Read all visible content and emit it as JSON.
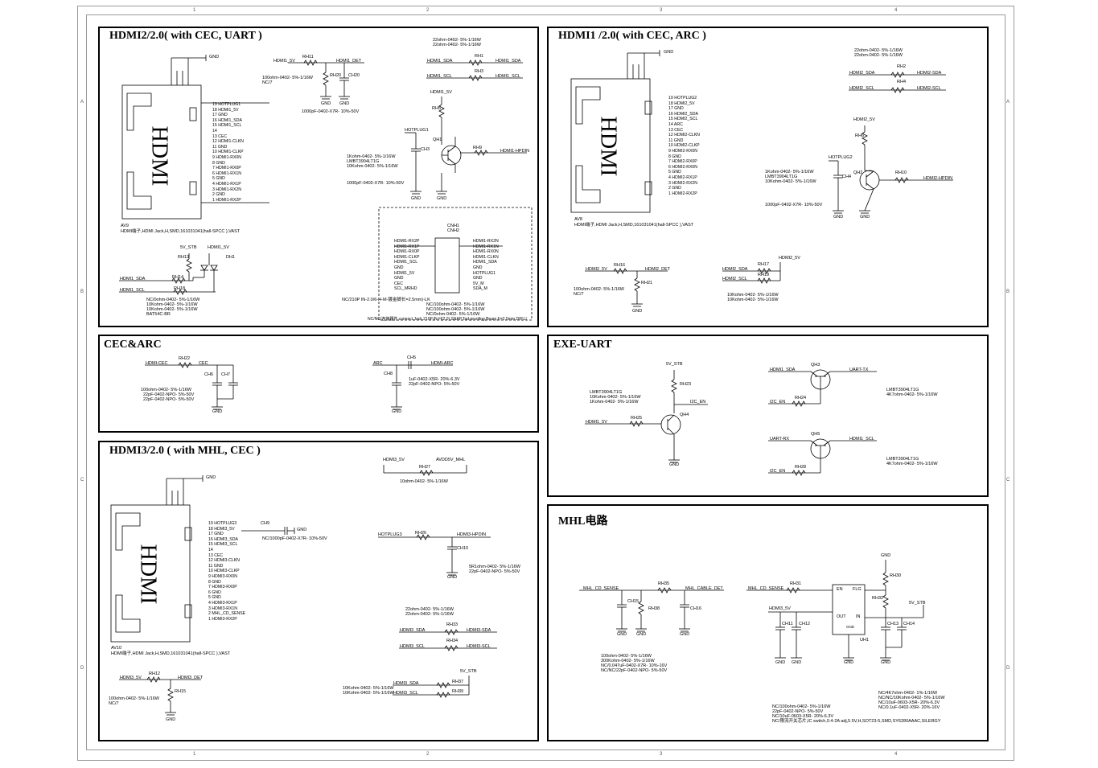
{
  "grid": {
    "columns": [
      "1",
      "2",
      "3",
      "4"
    ],
    "rows": [
      "A",
      "B",
      "C",
      "D"
    ]
  },
  "panels": {
    "hdmi2": {
      "title": "HDMI2/2.0( with CEC, UART )",
      "connector_word": "HDMI",
      "connector_ref": "AV9",
      "connector_desc": "HDMI端子,HDMI Jack,H,SMD,161031041(hall-SPCC ),VAST",
      "pins": [
        "19 HOTPLUG1",
        "18 HDMI1_5V",
        "17 GND",
        "16 HDMI1_SDA",
        "15 HDMI1_SCL",
        "14",
        "13 CEC",
        "12 HDMI1-CLKN",
        "11 GND",
        "10 HDMI1-CLKP",
        "9 HDMI1-RX0N",
        "8 GND",
        "7 HDMI1-RX0P",
        "6 HDMI1-RX1N",
        "5 GND",
        "4 HDMI1-RX1P",
        "3 HDMI1-RX2N",
        "2 GND",
        "1 HDMI1-RX2P"
      ],
      "gnd": "GND",
      "nets": {
        "hdmi1_5v": "HDMI1_5V",
        "hdmi1_det": "HDMI1_DET",
        "rh11": "RH11",
        "rh20": "RH20",
        "ch20": "CH20",
        "rh20_desc": "100ohm-0402- 5%-1/16W",
        "rh20_nc": "NC/7",
        "ch20_desc": "1000pF-0402-X7R- 10%-50V",
        "sda_res": "22ohm-0402- 5%-1/16W",
        "scl_res": "22ohm-0402- 5%-1/16W",
        "hdmi1_sda": "HDMI1_SDA",
        "hdmi1_scl": "HDMI1_SCL",
        "rh1": "RH1",
        "rh3": "RH3",
        "rh5": "RH5",
        "hotplug1": "HOTPLUG1",
        "qh1": "QH1",
        "ch3": "CH3",
        "rh9": "RH9",
        "hpdin": "HDMI1-HPDIN",
        "q_desc1": "1Kohm-0402- 5%-1/16W",
        "q_desc2": "LMBT3904LT1G",
        "q_desc3": "10Kohm-0402- 5%-1/16W",
        "q_desc4": "1000pF-0402-X7R- 10%-50V",
        "5v_stb": "5V_STB",
        "dh1": "DH1",
        "rh13": "RH13",
        "rh14": "RH14",
        "rh18": "RH18",
        "d_desc1": "NC/0ohm-0402- 5%-1/16W",
        "d_desc2": "10Kohm-0402- 5%-1/16W",
        "d_desc3": "10Kohm-0402- 5%-1/16W",
        "d_desc4": "BAT54C-BR",
        "cnh1": "CNH1",
        "cnh2": "CNH2",
        "cn_left": [
          "HDMI1-RX2P",
          "HDMI1-RX1P",
          "HDMI1-RX0P",
          "HDMI1-CLKP",
          "HDMI1_SCL",
          "GND",
          "HDMI1_5V",
          "GND",
          "CEC",
          "SCL_MRHD"
        ],
        "cn_right": [
          "HDMI1-RX2N",
          "HDMI1-RX1N",
          "HDMI1-RX0N",
          "HDMI1-CLKN",
          "HDMI1_SDA",
          "GND",
          "HOTPLUG1",
          "GND",
          "5V_M",
          "SDA_M"
        ],
        "cn_desc1": "NC/210P  IN-2.0/6-H-M-镀金脚长=2.5mm)-LK",
        "cn_desc2": "NC/100ohm-0402- 5%-1/16W",
        "cn_desc3": "NC/100ohm-0402- 5%-1/16W",
        "cn_desc4": "NC/0ohm-0402- 5%-1/16W",
        "cn_desc5": "NC/NC/连接器件,connect,Jack,210P,IN-H(2.0),SNAP,Tad-proofing,Beam,E=2.5mm,DIP,LI"
      }
    },
    "hdmi1": {
      "title": "HDMI1 /2.0( with CEC, ARC )",
      "connector_word": "HDMI",
      "connector_ref": "AV8",
      "connector_desc": "HDMI端子,HDMI Jack,H,SMD,161031041(hall-SPCC ),VAST",
      "pins": [
        "19 HOTPLUG2",
        "18 HDMI2_5V",
        "17 GND",
        "16 HDMI2_SDA",
        "15 HDMI2_SCL",
        "14 ARC",
        "13 CEC",
        "12 HDMI2-CLKN",
        "11 GND",
        "10 HDMI2-CLKP",
        "9 HDMI2-RX0N",
        "8 GND",
        "7 HDMI2-RX0P",
        "6 HDMI2-RX0N",
        "5 GND",
        "4 HDMI2-RX1P",
        "3 HDMI2-RX2N",
        "2 GND",
        "1 HDMI2-RX2P"
      ],
      "gnd": "GND",
      "nets": {
        "sda_res": "22ohm-0402- 5%-1/16W",
        "scl_res": "22ohm-0402- 5%-1/16W",
        "hdmi2_sda": "HDMI2_SDA",
        "hdmi2_scl": "HDMI2_SCL",
        "hdmi2_sda_r": "HDMI2-SDA",
        "hdmi2_scl_r": "HDMI2-SCL",
        "rh2": "RH2",
        "rh4": "RH4",
        "hdmi2_5v": "HDMI2_5V",
        "rh6": "RH6",
        "hotplug2": "HOTPLUG2",
        "qh2": "QH2",
        "ch4": "CH4",
        "rh10": "RH10",
        "hpdin": "HDMI2-HPDIN",
        "q_desc1": "1Kohm-0402- 5%-1/16W",
        "q_desc2": "LMBT3904LT1G",
        "q_desc3": "10Kohm-0402- 5%-1/16W",
        "q_desc4": "1000pF-0402-X7R- 10%-50V",
        "rh16": "RH16",
        "rh21": "RH21",
        "hdmi2_det": "HDMI2_DET",
        "det_desc1": "100ohm-0402- 5%-1/16W",
        "det_desc2": "NC/7",
        "rh17": "RH17",
        "rh19": "RH19",
        "pu_desc1": "10Kohm-0402- 5%-1/16W",
        "pu_desc2": "10Kohm-0402- 5%-1/16W"
      }
    },
    "cec": {
      "title": "CEC&ARC",
      "hdmi_cec": "HDMI-CEC",
      "rh22": "RH22",
      "cec": "CEC",
      "ch6": "CH6",
      "ch7": "CH7",
      "desc1": "100ohm-0402- 5%-1/16W",
      "desc2": "22pF-0402-NPO- 5%-50V",
      "desc3": "22pF-0402-NPO- 5%-50V",
      "arc": "ARC",
      "ch5": "CH5",
      "ch8": "CH8",
      "hdmi_arc": "HDMI-ARC",
      "desc4": "1uF-0402-X5R- 20%-6.3V",
      "desc5": "22pF-0402-NPO- 5%-50V",
      "gnd": "GND"
    },
    "uart": {
      "title": "EXE-UART",
      "5v_stb": "5V_STB",
      "rh23": "RH23",
      "i2c_en": "I2C_EN",
      "rh25": "RH25",
      "qh4": "QH4",
      "hdmi1_5v": "HDMI1_5V",
      "q4_desc1": "LMBT3904LT1G",
      "q4_desc2": "10Kohm-0402- 5%-1/16W",
      "q4_desc3": "1Kohm-0402- 5%-1/16W",
      "hdmi1_sda": "HDMI1_SDA",
      "qh3": "QH3",
      "uart_tx": "UART-TX",
      "rh24": "RH24",
      "q3_desc1": "LMBT3904LT1G",
      "q3_desc2": "4K7ohm-0402- 5%-1/16W",
      "uart_rx": "UART-RX",
      "qh5": "QH5",
      "hdmi1_scl": "HDMI1_SCL",
      "rh28": "RH28",
      "q5_desc1": "LMBT3904LT1G",
      "q5_desc2": "4K7ohm-0402- 5%-1/16W",
      "gnd": "GND"
    },
    "hdmi3": {
      "title": "HDMI3/2.0 ( with MHL,  CEC )",
      "connector_word": "HDMI",
      "connector_ref": "AV10",
      "connector_desc": "HDMI端子,HDMI Jack,H,SMD,161031041(hall-SPCC ),VAST",
      "pins": [
        "19 HOTPLUG3",
        "18 HDMI3_5V",
        "17 GND",
        "16 HDMI3_SDA",
        "15 HDMI3_SCL",
        "14",
        "13 CEC",
        "12 HDMI3-CLKN",
        "11 GND",
        "10 HDMI3-CLKP",
        "9 HDMI3-RX0N",
        "8 GND",
        "7 HDMI3-RX0P",
        "6 GND",
        "5 GND",
        "4 HDMI3-RX1P",
        "3 HDMI3-RX1N",
        "2 MHL_CD_SENSE",
        "1 HDMI3-RX2P"
      ],
      "gnd": "GND",
      "nets": {
        "ch9": "CH9",
        "ch9_desc": "NC/1000pF-0402-X7R- 10%-50V",
        "hdmi3_5v": "HDMI3_5V",
        "rh27": "RH27",
        "avdd5v_mhl": "AVDD5V_MHL",
        "rh27_desc": "10ohm-0402- 5%-1/16W",
        "hotplug3": "HOTPLUG3",
        "rh26": "RH26",
        "hpdin": "HDMI3-HPDIN",
        "ch10": "CH10",
        "hp_desc1": "5R1ohm-0402- 5%-1/16W",
        "hp_desc2": "22pF-0402-NPO- 5%-50V",
        "sda_res": "22ohm-0402- 5%-1/16W",
        "scl_res": "22ohm-0402- 5%-1/16W",
        "rh33": "RH33",
        "rh34": "RH34",
        "hdmi3_sda": "HDMI3_SDA",
        "hdmi3_scl": "HDMI3_SCL",
        "hdmi3_sda_r": "HDMI3-SDA",
        "hdmi3_scl_r": "HDMI3-SCL",
        "rh12": "RH12",
        "rh15": "RH15",
        "hdmi3_det": "HDMI3_DET",
        "det_desc1": "100ohm-0402- 5%-1/16W",
        "det_desc2": "NC/7",
        "5v_stb": "5V_STB",
        "rh37": "RH37",
        "rh39": "RH39",
        "pu_desc1": "10Kohm-0402- 5%-1/16W",
        "pu_desc2": "10Kohm-0402- 5%-1/16W"
      }
    },
    "mhl": {
      "title": "MHL电路",
      "mhl_cd_sense": "MHL_CD_SENSE",
      "rh35": "RH35",
      "mhl_cable_det": "MHL_CABLE_DET",
      "ch15": "CH15",
      "rh38": "RH38",
      "ch16": "CH16",
      "desc1": "100ohm-0402- 5%-1/16W",
      "desc2": "300Kohm-0402- 5%-1/16W",
      "desc3": "NC/0.047uF-0402-X7R- 10%-16V",
      "desc4": "NC/NC/22pF-0402-NPO- 5%-50V",
      "rh31": "RH31",
      "uh1": "UH1",
      "en": "EN",
      "flg": "FLG",
      "out": "OUT",
      "in": "IN",
      "gnd_pin": "GND",
      "rh30": "RH30",
      "rh32": "RH32",
      "5v_stb": "5V_STB",
      "hdmi3_5v": "HDMI3_5V",
      "ch11": "CH11",
      "ch12": "CH12",
      "ch13": "CH13",
      "ch14": "CH14",
      "r_desc1": "NC/4K7ohm-0402- 1%-1/16W",
      "r_desc2": "NC/NC/10Kohm-0402- 5%-1/16W",
      "r_desc3": "NC/10uF-0603-X5R- 20%-6.3V",
      "r_desc4": "NC/0.1uF-0402-X5R- 20%-16V",
      "l_desc1": "NC/100ohm-0402- 5%-1/16W",
      "l_desc2": "22pF-0402-NPO- 5%-50V",
      "l_desc3": "NC/10uF-0603-X5R- 20%-6.3V",
      "l_desc4": "NC/限流开关芯片,IC switch,0.4-2A adj,5.5V,H,SOT23-5,SMD,SY6280AAAC,SILERGY",
      "gnd": "GND"
    }
  }
}
